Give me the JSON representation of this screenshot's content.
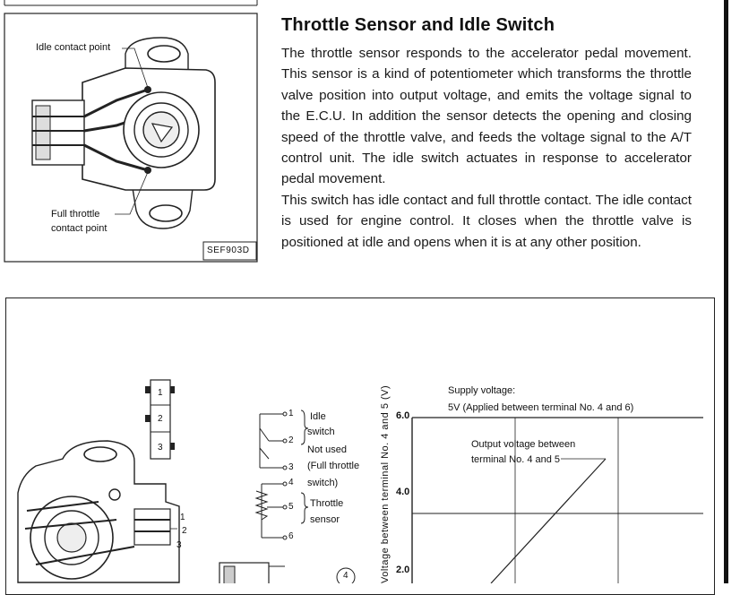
{
  "heading": "Throttle Sensor and Idle Switch",
  "paragraphs": [
    "The throttle sensor responds to the accelerator pedal movement. This sensor is a kind of potentiometer which transforms the throttle valve position into output voltage, and emits the voltage signal to the E.C.U. In addition the sensor detects the opening and closing speed of the throttle valve, and feeds the voltage signal to the A/T control unit. The idle switch actuates in response to accelerator pedal movement.",
    "This switch has idle contact and full throttle contact. The idle contact is used for engine control. It closes when the throttle valve is positioned at idle and opens when it is at any other position."
  ],
  "figure1": {
    "label_idle_contact": "Idle contact point",
    "label_full_throttle_1": "Full throttle",
    "label_full_throttle_2": "contact point",
    "code": "SEF903D"
  },
  "figure2": {
    "connector_pins": [
      "1",
      "2",
      "3"
    ],
    "side_pins": [
      "1",
      "2",
      "3"
    ],
    "terminals": [
      "1",
      "2",
      "3",
      "4",
      "5",
      "6"
    ],
    "legend": {
      "idle": "Idle",
      "switch": "switch",
      "not_used": "Not used",
      "full_throttle": "(Full throttle",
      "switch_close": "switch)",
      "throttle": "Throttle",
      "sensor": "sensor"
    },
    "circle_label": "4"
  },
  "chart_data": {
    "type": "line",
    "ylabel": "Voltage between terminal No. 4 and 5 (V)",
    "y_ticks": [
      "6.0",
      "4.0",
      "2.0"
    ],
    "ylim": [
      2.0,
      6.0
    ],
    "annotations": {
      "supply_1": "Supply voltage:",
      "supply_2": "5V (Applied between terminal No. 4 and 6)",
      "output_1": "Output voltage between",
      "output_2": "terminal No. 4 and 5"
    },
    "grid": true
  }
}
